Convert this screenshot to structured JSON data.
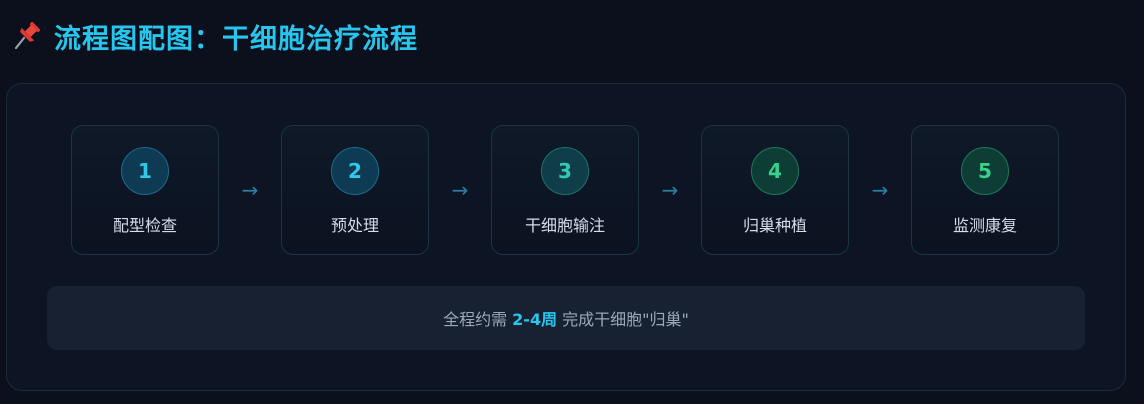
{
  "header": {
    "icon": "pushpin-icon",
    "title": "流程图配图：干细胞治疗流程"
  },
  "steps": [
    {
      "number": "1",
      "label": "配型检查"
    },
    {
      "number": "2",
      "label": "预处理"
    },
    {
      "number": "3",
      "label": "干细胞输注"
    },
    {
      "number": "4",
      "label": "归巢种植"
    },
    {
      "number": "5",
      "label": "监测康复"
    }
  ],
  "arrow": "→",
  "summary": {
    "prefix": "全程约需",
    "highlight": "2-4周",
    "suffix": "完成干细胞\"归巢\""
  },
  "colors": {
    "accent": "#27c6ee",
    "background": "#0b101c",
    "panel": "#0d1423",
    "green": "#38d08c"
  }
}
